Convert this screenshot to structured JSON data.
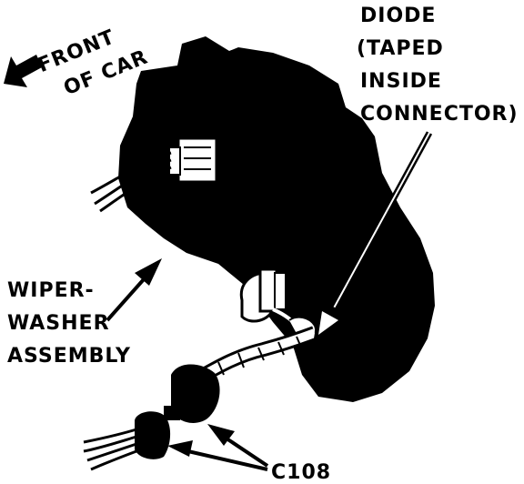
{
  "labels": {
    "front_line1": "FRONT",
    "front_line2": "OF CAR",
    "diode_line1": "DIODE",
    "diode_line2": "(TAPED",
    "diode_line3": "INSIDE",
    "diode_line4": "CONNECTOR)",
    "assembly_line1": "WIPER-",
    "assembly_line2": "WASHER",
    "assembly_line3": "ASSEMBLY",
    "connector": "C108"
  },
  "colors": {
    "ink": "#000000",
    "paper": "#ffffff"
  }
}
